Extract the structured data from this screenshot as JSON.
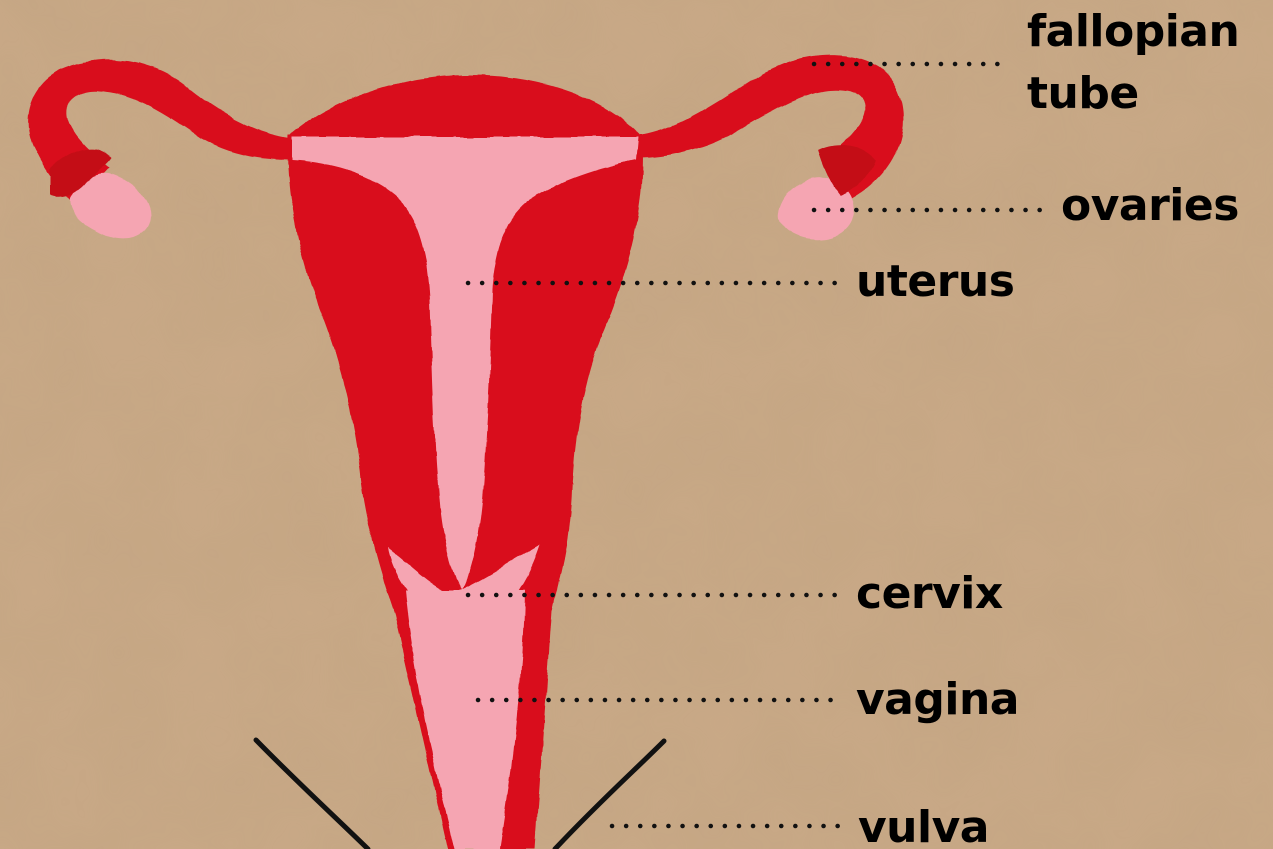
{
  "diagram": {
    "colors": {
      "background": "#c9a987",
      "tissue_red": "#d9101c",
      "tissue_pink": "#f5a5b2",
      "outline_black": "#111111"
    },
    "labels": [
      {
        "id": "fallopian-tube",
        "lines": [
          "fallopian",
          "tube"
        ]
      },
      {
        "id": "ovaries",
        "text": "ovaries"
      },
      {
        "id": "uterus",
        "text": "uterus"
      },
      {
        "id": "cervix",
        "text": "cervix"
      },
      {
        "id": "vagina",
        "text": "vagina"
      },
      {
        "id": "vulva",
        "text": "vulva"
      }
    ]
  }
}
